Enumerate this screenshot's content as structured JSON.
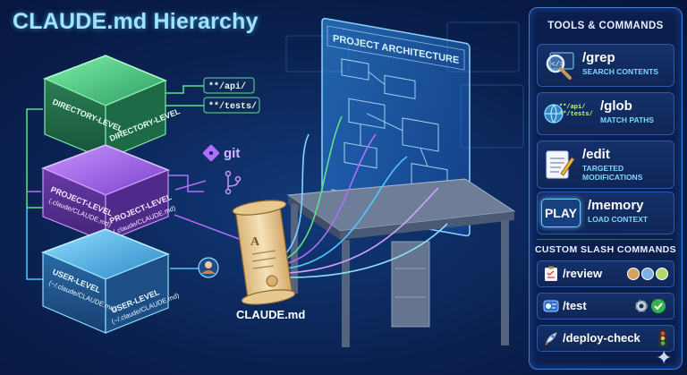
{
  "title": "CLAUDE.md Hierarchy",
  "hierarchy": {
    "directory_level": {
      "label_top": "DIRECTORY-LEVEL",
      "label_side": "DIRECTORY-LEVEL",
      "color": "#5fe08a"
    },
    "project_level": {
      "label_top": "PROJECT-LEVEL",
      "path_top": "(.claude/CLAUDE.md)",
      "label_side": "PROJECT-LEVEL",
      "path_side": "(.claude/CLAUDE.md)",
      "color": "#b06dff"
    },
    "user_level": {
      "label_top": "USER-LEVEL",
      "path_top": "(~/.claude/CLAUDE.md)",
      "label_side": "USER-LEVEL",
      "path_side": "(~/.claude/CLAUDE.md)",
      "color": "#4fc6ff"
    }
  },
  "paths": [
    "**/api/",
    "**/tests/"
  ],
  "git_label": "git",
  "scroll_label": "CLAUDE.md",
  "board_title": "PROJECT ARCHITECTURE",
  "panel": {
    "tools_heading": "TOOLS & COMMANDS",
    "tools": [
      {
        "name": "/grep",
        "desc": "SEARCH CONTENTS",
        "icon": "magnifier-icon"
      },
      {
        "name": "/glob",
        "desc": "MATCH PATHS",
        "icon": "globe-icon",
        "icon_lines": [
          "**/api/",
          "**/tests/"
        ]
      },
      {
        "name": "/edit",
        "desc": "TARGETED MODIFICATIONS",
        "icon": "notepad-pencil-icon"
      },
      {
        "name": "/memory",
        "desc": "LOAD CONTEXT",
        "icon": "play-icon",
        "badge": "PLAY"
      }
    ],
    "slash_heading": "CUSTOM SLASH COMMANDS",
    "slash": [
      {
        "name": "/review",
        "icon": "clipboard-icon",
        "extra": "people-icon"
      },
      {
        "name": "/test",
        "icon": "toggle-icon",
        "extra": "gear-check-icon"
      },
      {
        "name": "/deploy-check",
        "icon": "rocket-icon",
        "extra": "traffic-light-icon"
      }
    ]
  },
  "colors": {
    "directory": "#5fe08a",
    "project": "#b06dff",
    "user": "#4fc6ff",
    "scroll": "#f1d7a4",
    "accent": "#7fd6ff"
  }
}
